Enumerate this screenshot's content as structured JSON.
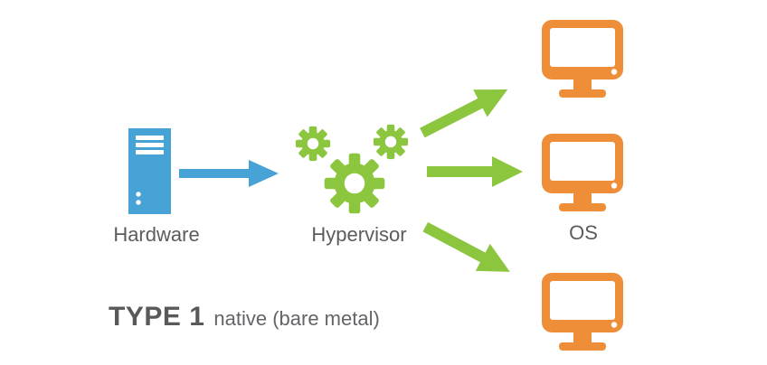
{
  "diagram": {
    "nodes": [
      {
        "id": "hardware",
        "label": "Hardware",
        "icon": "server-tower-icon"
      },
      {
        "id": "hypervisor",
        "label": "Hypervisor",
        "icon": "gears-icon"
      },
      {
        "id": "os",
        "label": "OS",
        "icon": "monitor-icon"
      }
    ],
    "caption": {
      "type": "TYPE 1",
      "variant": "native (bare metal)"
    }
  },
  "colors": {
    "bg": "#ffffff",
    "blue": "#47a3d5",
    "green": "#8cc63f",
    "orange": "#ef8e38",
    "text": "#5a5c5e",
    "title": "#58595b",
    "subtitle": "#626467"
  }
}
